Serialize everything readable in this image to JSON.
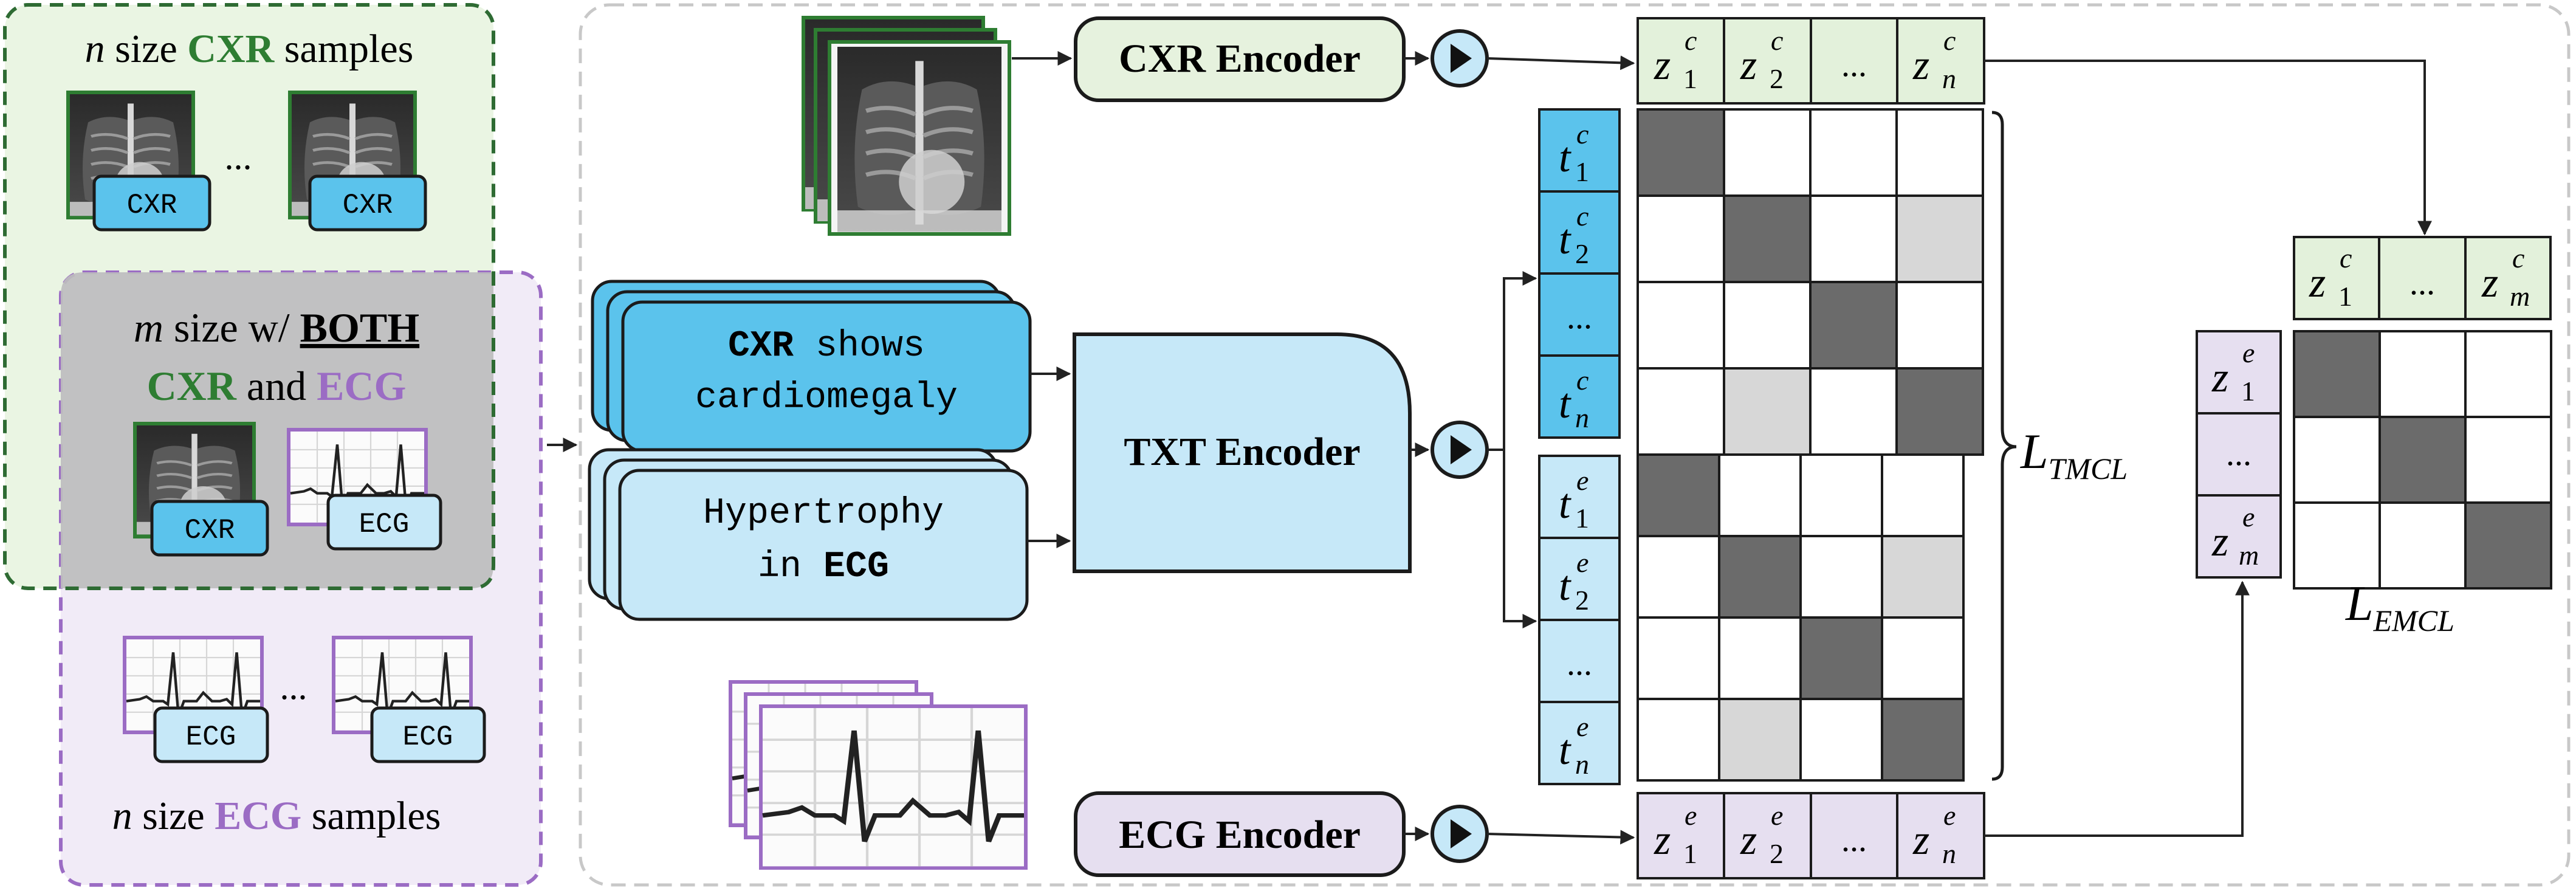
{
  "colors": {
    "cxr_green": "#2e7d32",
    "cxr_green_dark": "#1e5e23",
    "ecg_purple": "#9b6cc4",
    "badge_blue": "#5bc3ec",
    "light_blue": "#c6e8f8",
    "light_green_fill": "#e3f1db",
    "light_purple_fill": "#e6dff0",
    "dark_cell": "#6b6b6b",
    "light_cell": "#d7d7d7"
  },
  "left_panel": {
    "cxr_samples": {
      "prefix": "n",
      "middle": "size",
      "highlight": "CXR",
      "suffix": "samples"
    },
    "ecg_samples": {
      "prefix": "n",
      "middle": "size",
      "highlight": "ECG",
      "suffix": "samples"
    },
    "both": {
      "prefix": "m",
      "middle": "size w/",
      "highlight": "BOTH",
      "cxr": "CXR",
      "and": "and",
      "ecg": "ECG"
    },
    "badge_cxr": "CXR",
    "badge_ecg": "ECG",
    "ellipsis": "..."
  },
  "texts": {
    "cxr_caption": {
      "bold": "CXR",
      "rest": "shows",
      "line2": "cardiomegaly"
    },
    "ecg_caption": {
      "line1": "Hypertrophy",
      "pre": "in",
      "bold": "ECG"
    }
  },
  "encoders": {
    "cxr": "CXR Encoder",
    "txt": "TXT Encoder",
    "ecg": "ECG Encoder"
  },
  "tokens": {
    "z": "z",
    "t": "t",
    "c": "c",
    "e": "e",
    "one": "1",
    "two": "2",
    "n": "n",
    "m": "m",
    "ellipsis": "..."
  },
  "losses": {
    "tmcl": {
      "main": "L",
      "sub": "TMCL"
    },
    "emcl": {
      "main": "L",
      "sub": "EMCL"
    }
  },
  "matrices": {
    "tmcl_cxr": [
      [
        "d",
        "w",
        "w",
        "w"
      ],
      [
        "w",
        "d",
        "w",
        "l"
      ],
      [
        "w",
        "w",
        "d",
        "w"
      ],
      [
        "w",
        "l",
        "w",
        "d"
      ]
    ],
    "tmcl_ecg": [
      [
        "d",
        "w",
        "w",
        "w"
      ],
      [
        "w",
        "d",
        "w",
        "l"
      ],
      [
        "w",
        "w",
        "d",
        "w"
      ],
      [
        "w",
        "l",
        "w",
        "d"
      ]
    ],
    "emcl": [
      [
        "d",
        "w",
        "w"
      ],
      [
        "w",
        "d",
        "w"
      ],
      [
        "w",
        "w",
        "d"
      ]
    ]
  }
}
